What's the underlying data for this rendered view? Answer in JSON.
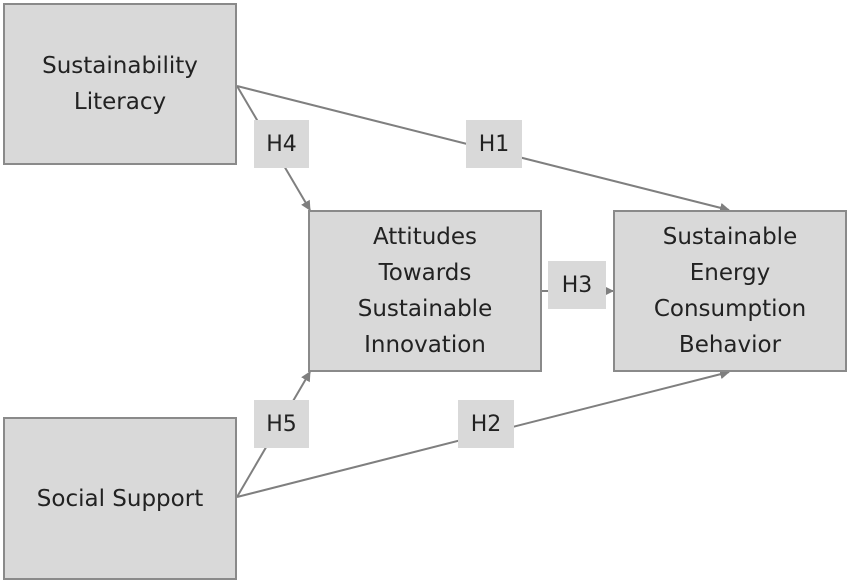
{
  "nodes": {
    "sustainability_literacy": "Sustainability\nLiteracy",
    "social_support": "Social Support",
    "attitudes": "Attitudes\nTowards\nSustainable\nInnovation",
    "sustainable_energy": "Sustainable\nEnergy\nConsumption\nBehavior"
  },
  "hypotheses": {
    "h1": "H1",
    "h2": "H2",
    "h3": "H3",
    "h4": "H4",
    "h5": "H5"
  },
  "colors": {
    "box_fill": "#d9d9d9",
    "box_border": "#8a8a8a",
    "arrow": "#7f7f7f",
    "text": "#222222"
  }
}
